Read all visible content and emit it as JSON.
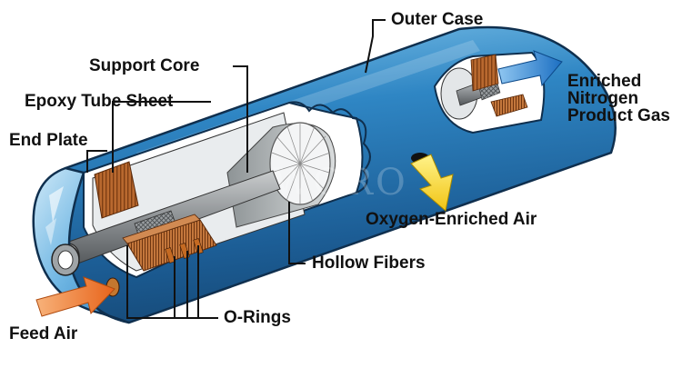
{
  "labels": {
    "outer_case": "Outer Case",
    "support_core": "Support Core",
    "epoxy_tube_sheet": "Epoxy Tube Sheet",
    "end_plate": "End Plate",
    "enriched_line1": "Enriched",
    "enriched_line2": "Nitrogen",
    "enriched_line3": "Product Gas",
    "oxygen_enriched_air": "Oxygen-Enriched Air",
    "hollow_fibers": "Hollow Fibers",
    "o_rings": "O-Rings",
    "feed_air": "Feed Air"
  },
  "watermark": "WORO",
  "colors": {
    "case_blue": "#2f86c4",
    "case_dark": "#1f5f96",
    "epoxy": "#b5652b",
    "core_gray": "#8f9396",
    "feed_arrow": "#f07a2a",
    "oxygen_arrow": "#f6d71e",
    "nitrogen_arrow": "#2a82d4"
  }
}
